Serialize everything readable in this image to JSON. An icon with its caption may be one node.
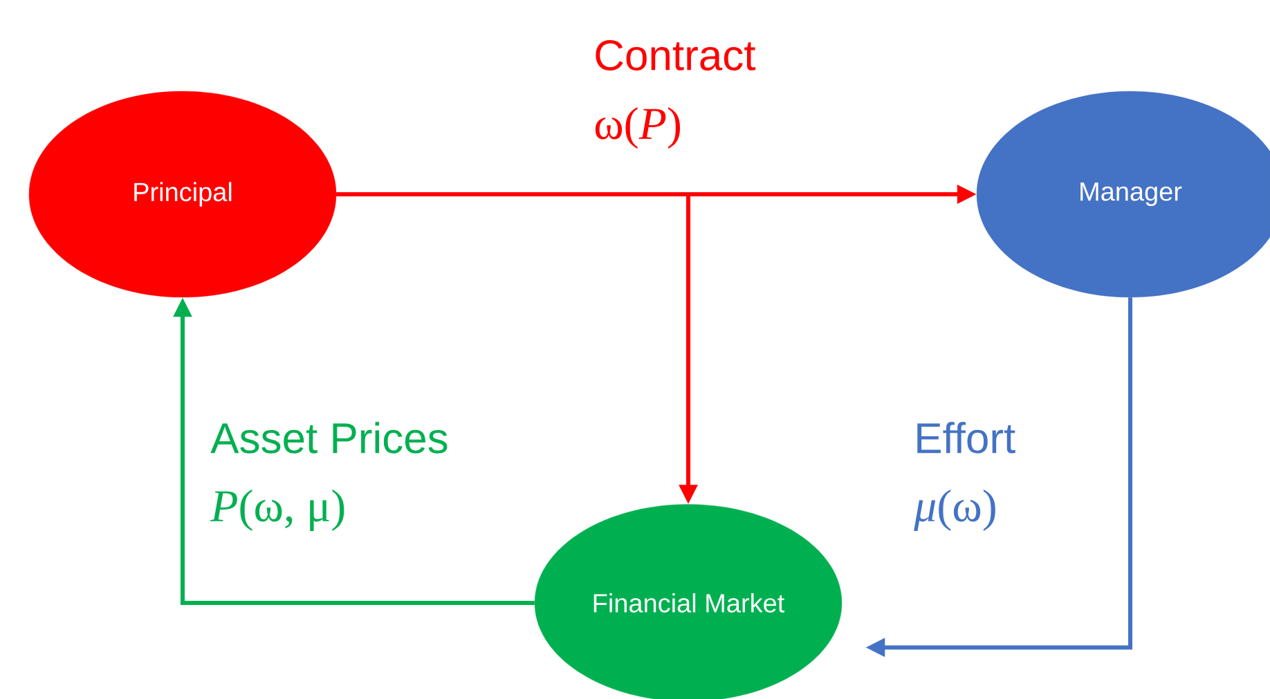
{
  "diagram": {
    "nodes": [
      {
        "text": [
          "Principal"
        ]
      },
      {
        "text": [
          "Manager"
        ]
      },
      {
        "text": [
          "Financial Market"
        ]
      }
    ],
    "edges": [
      {
        "from": 0,
        "to": 1,
        "arrow": "to",
        "label": "Contract",
        "color": "#ff0000"
      },
      {
        "from": 0,
        "to": 2,
        "arrow": "to",
        "color": "#ff0000"
      },
      {
        "from": 2,
        "to": 0,
        "arrow": "to",
        "label": "Asset Prices",
        "color": "#00b050"
      },
      {
        "from": 1,
        "to": 2,
        "arrow": "to",
        "label": "Effort",
        "color": "#4472c4"
      }
    ],
    "labels": [
      "ω(*P*)",
      "*P*(ω, μ)",
      "*μ*(ω)"
    ]
  }
}
